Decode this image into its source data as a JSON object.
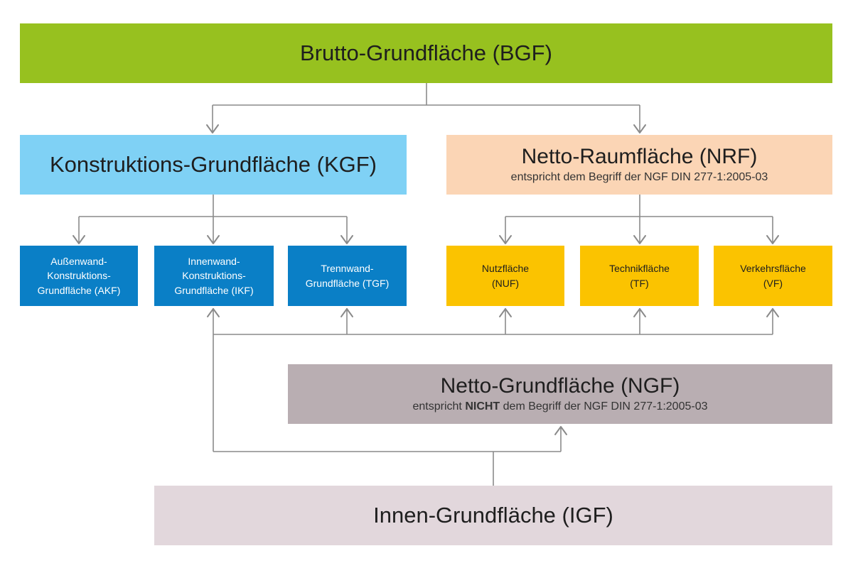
{
  "diagram": {
    "bgf": {
      "title": "Brutto-Grundfläche (BGF)",
      "color": "#97c11f"
    },
    "kgf": {
      "title": "Konstruktions-Grundfläche (KGF)",
      "color": "#7fd1f5"
    },
    "nrf": {
      "title": "Netto-Raumfläche (NRF)",
      "subtitle": "entspricht dem Begriff der NGF DIN 277-1:2005-03",
      "color": "#fbd5b5"
    },
    "kgf_children": [
      {
        "lines": [
          "Außenwand-",
          "Konstruktions-",
          "Grundfläche (AKF)"
        ]
      },
      {
        "lines": [
          "Innenwand-",
          "Konstruktions-",
          "Grundfläche (IKF)"
        ]
      },
      {
        "lines": [
          "Trennwand-",
          "Grundfläche (TGF)"
        ]
      }
    ],
    "nrf_children": [
      {
        "lines": [
          "Nutzfläche",
          "(NUF)"
        ]
      },
      {
        "lines": [
          "Technikfläche",
          "(TF)"
        ]
      },
      {
        "lines": [
          "Verkehrsfläche",
          "(VF)"
        ]
      }
    ],
    "ngf": {
      "title": "Netto-Grundfläche (NGF)",
      "subtitle_before": "entspricht",
      "subtitle_emphasis": "NICHT",
      "subtitle_after": "dem Begriff der NGF DIN 277-1:2005-03",
      "color": "#b9aeb2"
    },
    "igf": {
      "title": "Innen-Grundfläche (IGF)",
      "color": "#e2d7dc"
    },
    "colors": {
      "kgf_child": "#0a7fc6",
      "nrf_child": "#fbc300",
      "connector": "#8a8a8a"
    }
  }
}
